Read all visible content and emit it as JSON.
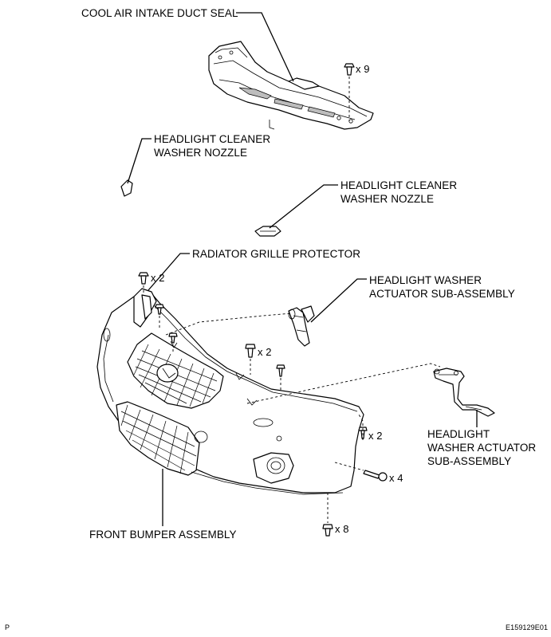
{
  "labels": {
    "cool_air_seal": "COOL AIR INTAKE DUCT SEAL",
    "nozzle_left_1": "HEADLIGHT CLEANER",
    "nozzle_left_2": "WASHER NOZZLE",
    "nozzle_right_1": "HEADLIGHT CLEANER",
    "nozzle_right_2": "WASHER NOZZLE",
    "grille_protector": "RADIATOR GRILLE PROTECTOR",
    "actuator_top_1": "HEADLIGHT WASHER",
    "actuator_top_2": "ACTUATOR SUB-ASSEMBLY",
    "actuator_right_1": "HEADLIGHT",
    "actuator_right_2": "WASHER ACTUATOR",
    "actuator_right_3": "SUB-ASSEMBLY",
    "bumper": "FRONT BUMPER ASSEMBLY"
  },
  "quantities": {
    "clip_seal": "x 9",
    "clip_grille_top": "x 2",
    "clip_grille_mid": "x 2",
    "clip_bumper_side": "x 2",
    "screw_lower": "x 4",
    "clip_bottom": "x 8"
  },
  "footer": {
    "left_mark": "P",
    "figure_id": "E159129E01"
  }
}
